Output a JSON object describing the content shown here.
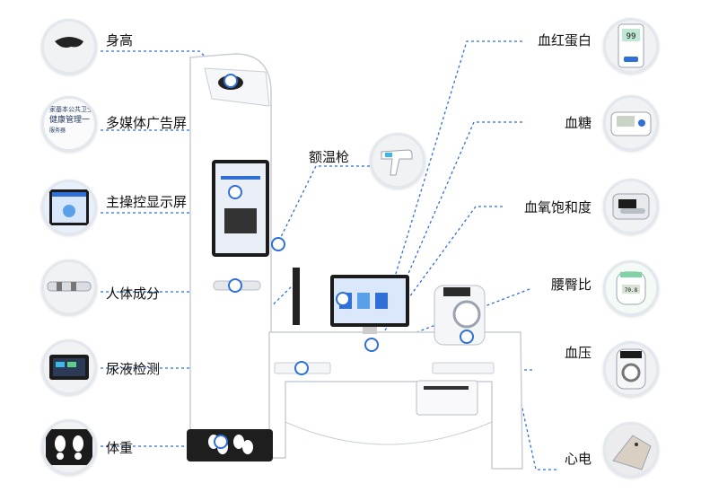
{
  "left_labels": [
    {
      "id": "height",
      "text": "身高"
    },
    {
      "id": "ad-screen",
      "text": "多媒体广告屏"
    },
    {
      "id": "main-display",
      "text": "主操控显示屏"
    },
    {
      "id": "body-composition",
      "text": "人体成分"
    },
    {
      "id": "urinalysis",
      "text": "尿液检测"
    },
    {
      "id": "weight",
      "text": "体重"
    }
  ],
  "right_labels": [
    {
      "id": "forehead-thermometer",
      "text": "额温枪"
    },
    {
      "id": "hemoglobin",
      "text": "血红蛋白"
    },
    {
      "id": "blood-glucose",
      "text": "血糖"
    },
    {
      "id": "blood-oxygen",
      "text": "血氧饱和度"
    },
    {
      "id": "waist-hip-ratio",
      "text": "腰臀比"
    },
    {
      "id": "blood-pressure",
      "text": "血压"
    },
    {
      "id": "ecg",
      "text": "心电"
    }
  ],
  "thumbnail_text": {
    "line1": "家基本公共卫生",
    "line2": "健康管理一",
    "line3": "服务器"
  },
  "device_screens": {
    "hemoglobin_reading": "99",
    "waist_reading": "70.8"
  },
  "colors": {
    "dash_line": "#2f6fd6",
    "marker": "#2f6fd6",
    "circle_border": "#e3e7ee"
  }
}
